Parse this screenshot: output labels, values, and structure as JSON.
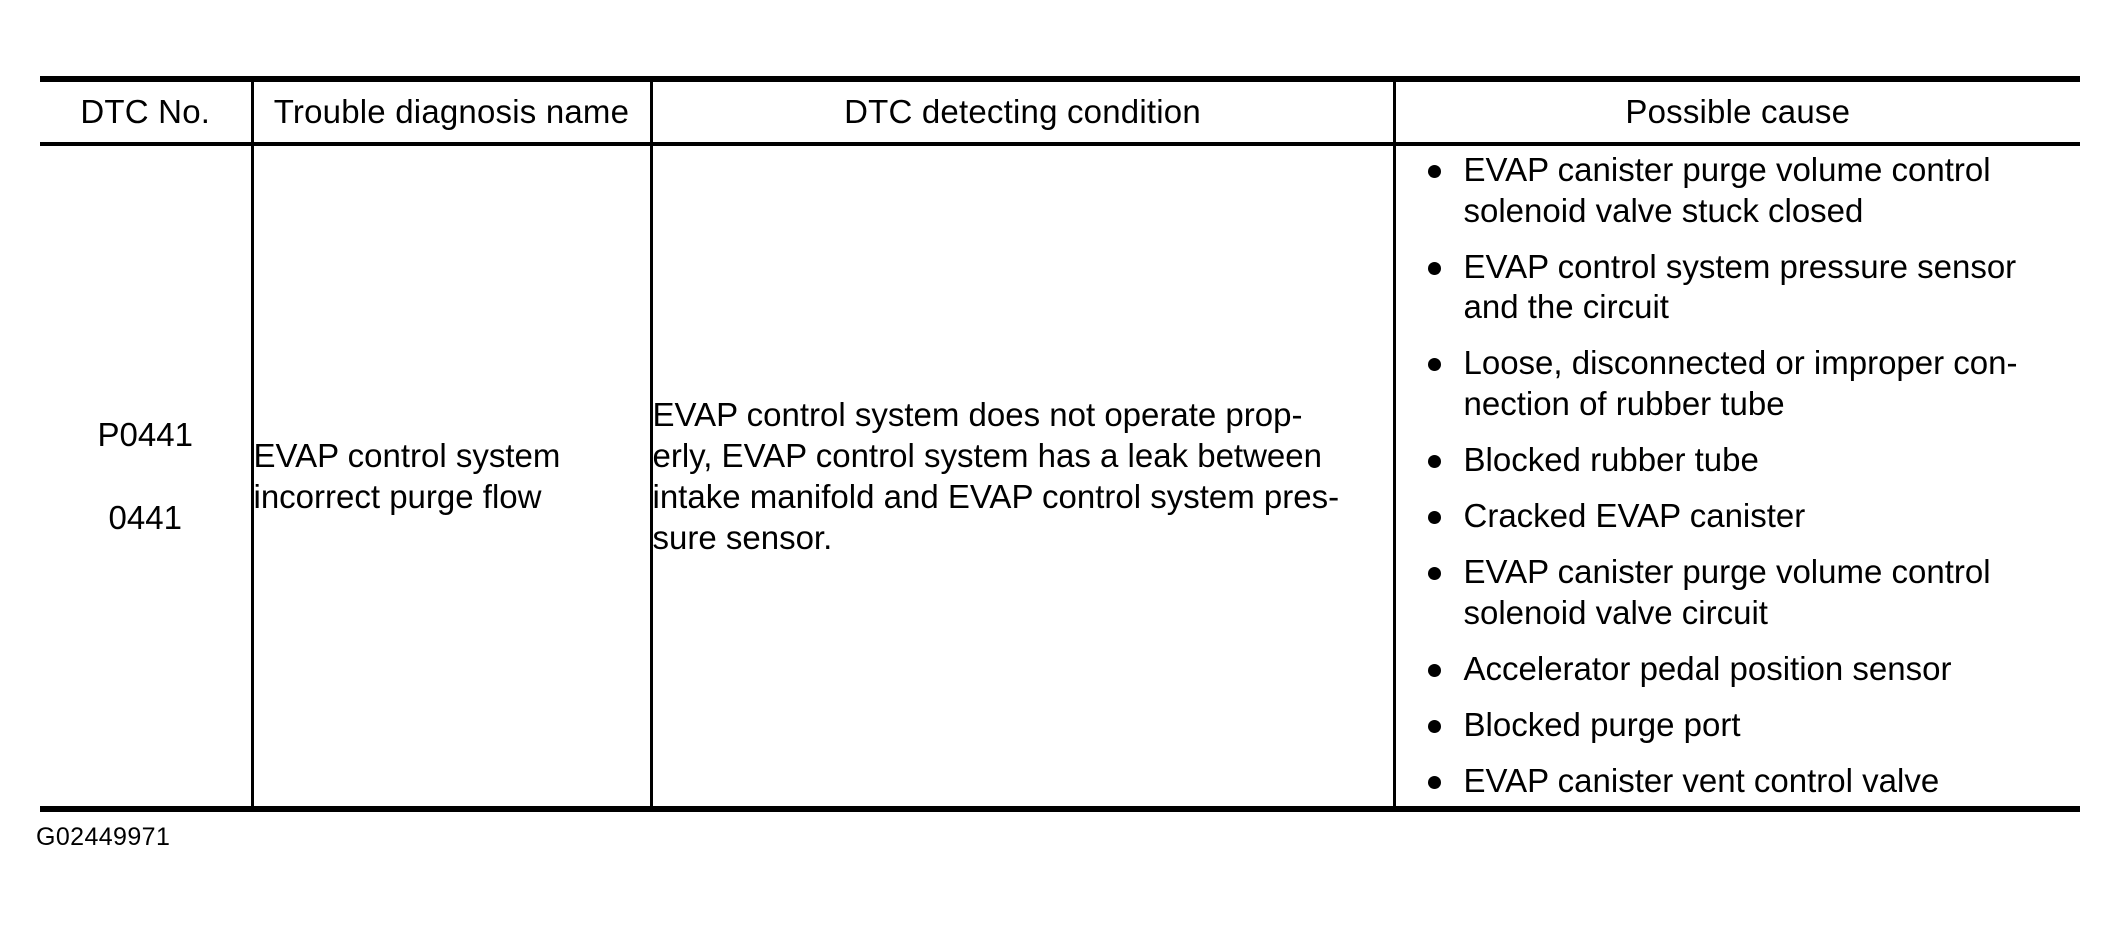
{
  "document": {
    "type": "service-manual-dtc-table",
    "figure_id": "G02449971"
  },
  "table": {
    "headers": {
      "dtc_no": "DTC No.",
      "trouble_name": "Trouble diagnosis name",
      "detecting_condition": "DTC detecting condition",
      "possible_cause": "Possible cause"
    },
    "rows": [
      {
        "dtc_no_lines": [
          "P0441",
          "0441"
        ],
        "trouble_name_lines": [
          "EVAP control system",
          "incorrect purge flow"
        ],
        "detecting_condition_lines": [
          "EVAP control system does not operate prop-",
          "erly, EVAP control system has a leak between",
          "intake manifold and EVAP control system pres-",
          "sure sensor."
        ],
        "possible_causes": [
          [
            "EVAP canister purge volume control",
            "solenoid valve stuck closed"
          ],
          [
            "EVAP control system pressure sensor",
            "and the circuit"
          ],
          [
            "Loose, disconnected or improper con-",
            "nection of rubber tube"
          ],
          [
            "Blocked rubber tube"
          ],
          [
            "Cracked EVAP canister"
          ],
          [
            "EVAP canister purge volume control",
            "solenoid valve circuit"
          ],
          [
            "Accelerator pedal position sensor"
          ],
          [
            "Blocked purge port"
          ],
          [
            "EVAP canister vent control valve"
          ]
        ]
      }
    ]
  },
  "colors": {
    "ink": "#000000",
    "paper": "#ffffff"
  }
}
